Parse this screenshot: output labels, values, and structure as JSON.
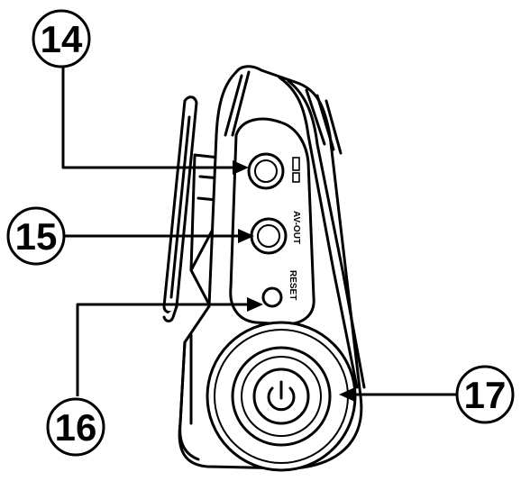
{
  "callouts": [
    {
      "id": "c14",
      "number": "14"
    },
    {
      "id": "c15",
      "number": "15"
    },
    {
      "id": "c16",
      "number": "16"
    },
    {
      "id": "c17",
      "number": "17"
    }
  ],
  "labels": {
    "av_out": "AV-OUT",
    "reset": "RESET"
  },
  "icons": {
    "usb_port": "usb-port-icon",
    "av_out_port": "av-out-port-icon",
    "reset_button": "reset-button-icon",
    "power_button": "power-icon"
  },
  "colors": {
    "line": "#000000",
    "fill": "#ffffff"
  }
}
